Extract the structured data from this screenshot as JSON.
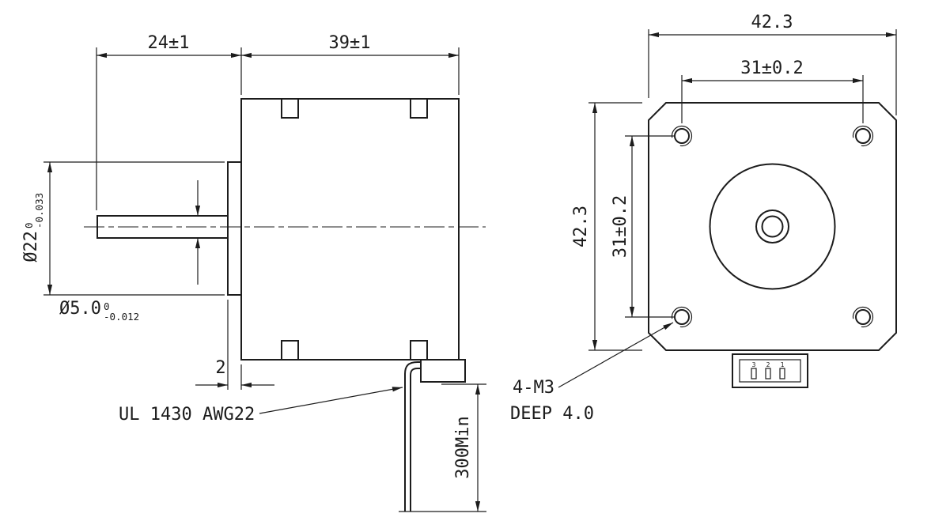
{
  "side_view": {
    "dim_shaft_length": "24±1",
    "dim_body_length": "39±1",
    "boss_dia": "Ø22",
    "boss_tol_upper": "0",
    "boss_tol_lower": "-0.033",
    "shaft_dia": "Ø5.0",
    "shaft_tol_upper": "0",
    "shaft_tol_lower": "-0.012",
    "dim_boss_protrusion": "2",
    "lead_wire_label": "UL 1430 AWG22",
    "dim_lead_length": "300Min"
  },
  "front_view": {
    "dim_overall_width": "42.3",
    "dim_overall_height": "42.3",
    "dim_hole_pitch_horizontal": "31±0.2",
    "dim_hole_pitch_vertical": "31±0.2",
    "mounting_hole_note_line1": "4-M3",
    "mounting_hole_note_line2": "DEEP 4.0",
    "connector_pin_labels": [
      "3",
      "2",
      "1"
    ]
  },
  "colors": {
    "line": "#1c1c1c",
    "background": "#ffffff"
  }
}
